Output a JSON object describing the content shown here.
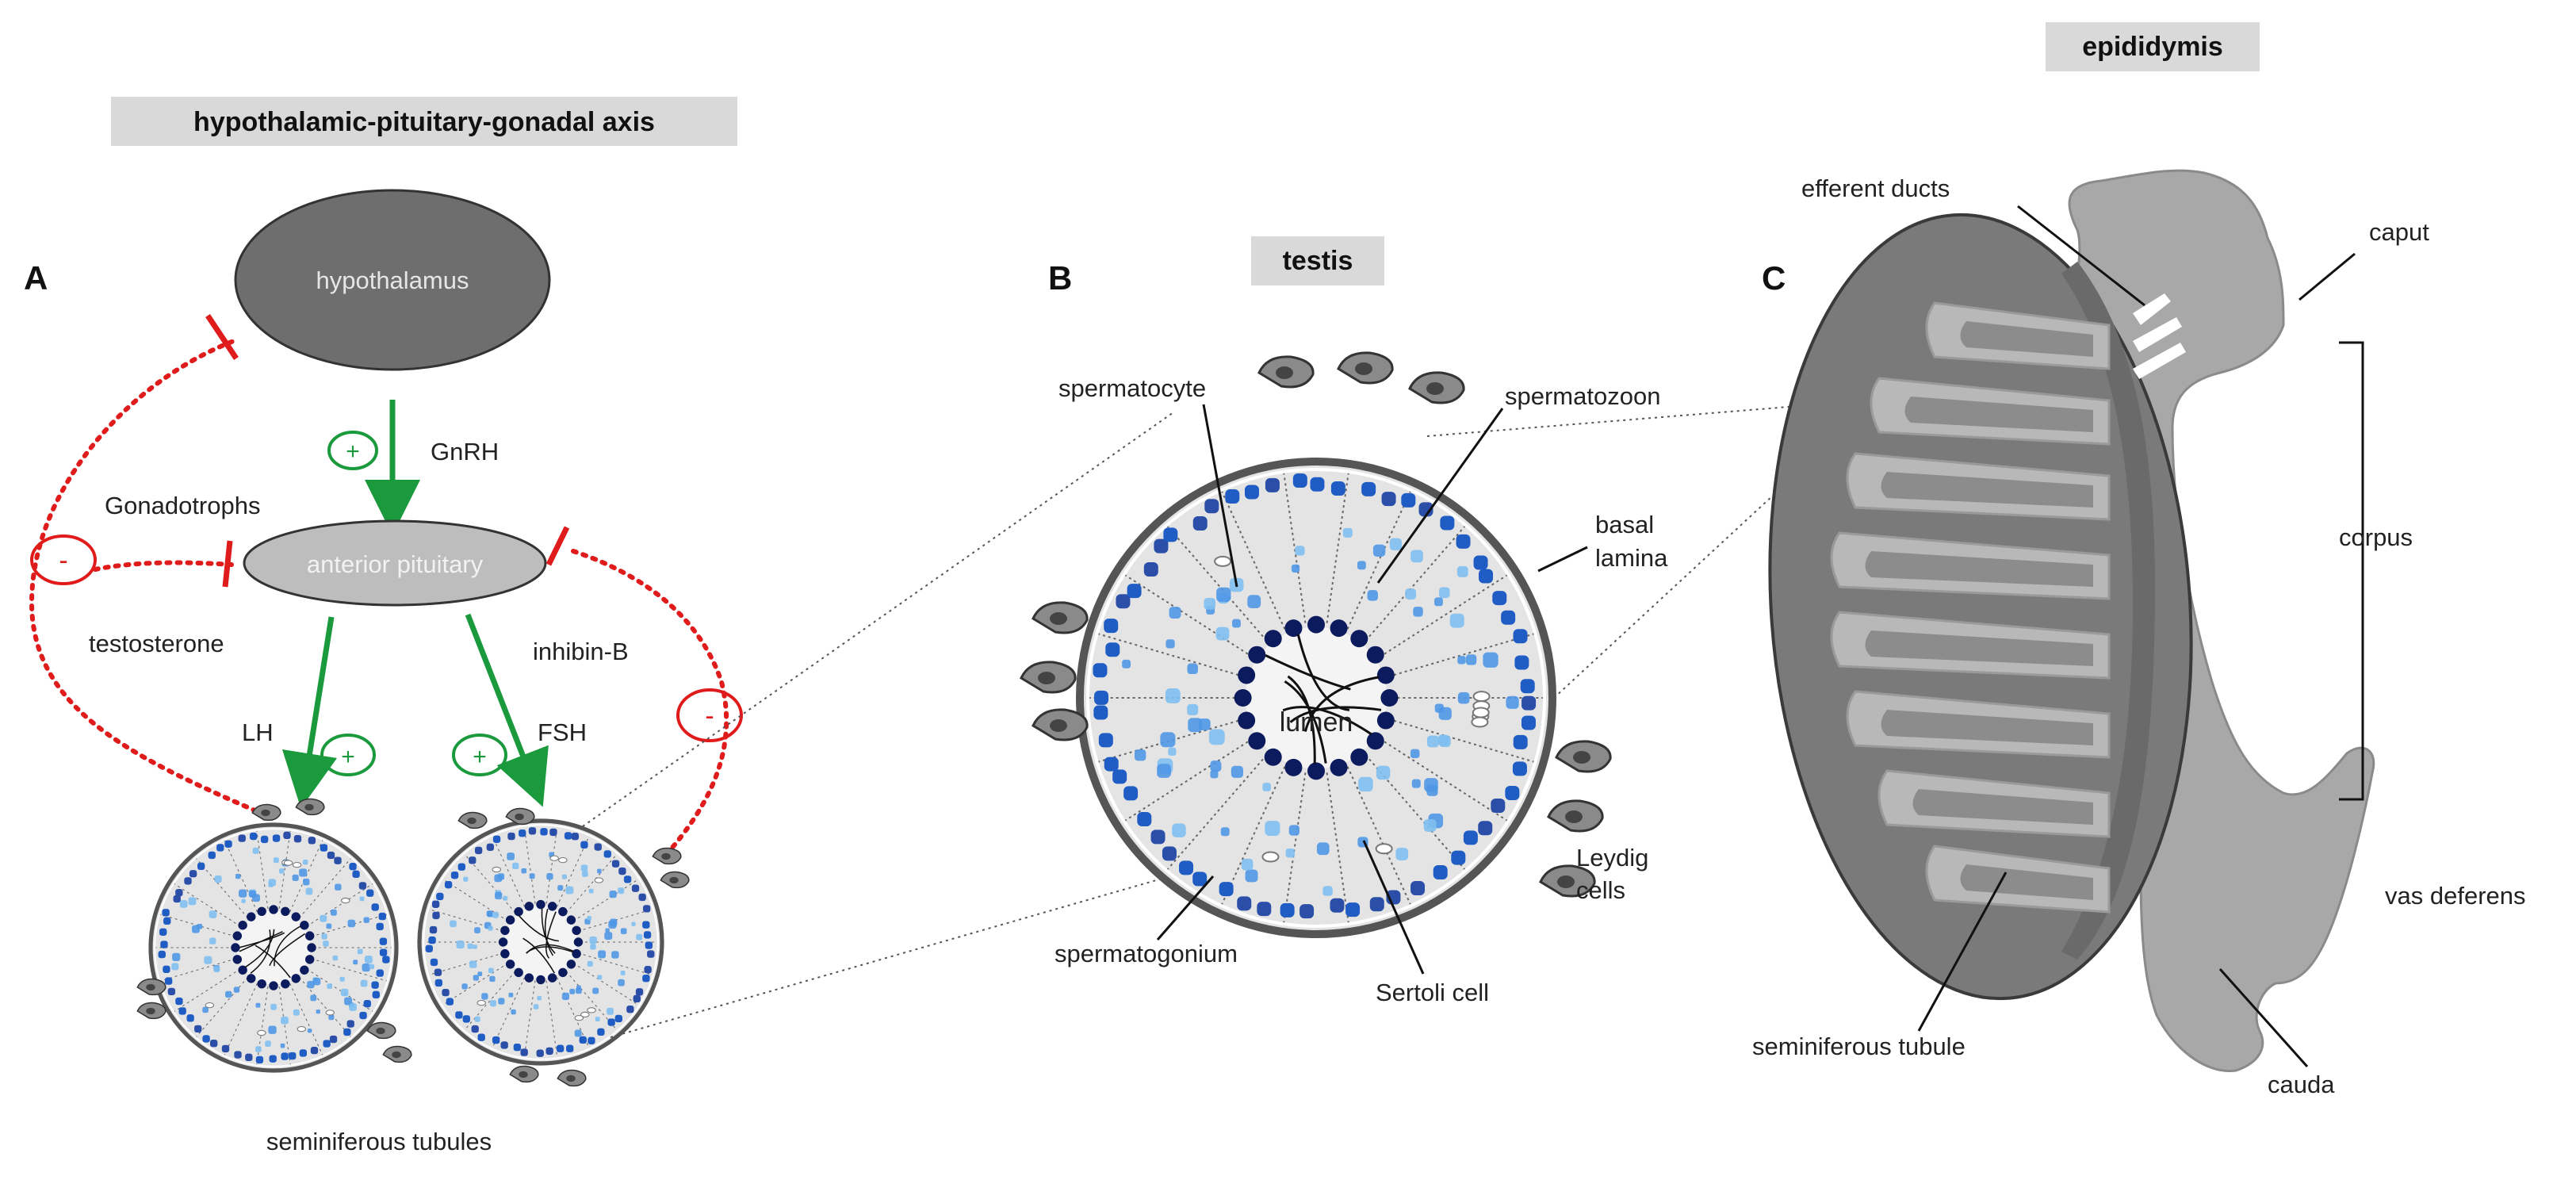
{
  "headers": {
    "axis": "hypothalamic-pituitary-gonadal axis",
    "testis": "testis",
    "epididymis": "epididymis"
  },
  "panels": {
    "a": "A",
    "b": "B",
    "c": "C"
  },
  "panel_a": {
    "hypothalamus": "hypothalamus",
    "anterior_pituitary": "anterior pituitary",
    "gnrh": "GnRH",
    "gonadotrophs": "Gonadotrophs",
    "testosterone": "testosterone",
    "inhibin_b": "inhibin-B",
    "lh": "LH",
    "fsh": "FSH",
    "plus": "+",
    "minus": "-",
    "tubules": "seminiferous tubules"
  },
  "panel_b": {
    "spermatocyte": "spermatocyte",
    "spermatozoon": "spermatozoon",
    "basal": "basal",
    "lamina": "lamina",
    "lumen": "lumen",
    "leydig": "Leydig",
    "cells": "cells",
    "spermatogonium": "spermatogonium",
    "sertoli": "Sertoli cell"
  },
  "panel_c": {
    "efferent_ducts": "efferent ducts",
    "caput": "caput",
    "corpus": "corpus",
    "vas_deferens": "vas deferens",
    "cauda": "cauda",
    "seminiferous_tubule": "seminiferous tubule"
  },
  "colors": {
    "stimulation": "#1a9a3c",
    "inhibition": "#e01b1b",
    "dark_gray": "#6b6b6b",
    "light_gray": "#c8c8c8",
    "navy": "#0c1a5e",
    "blue": "#1f5cc4",
    "light_blue": "#7fbff0"
  }
}
